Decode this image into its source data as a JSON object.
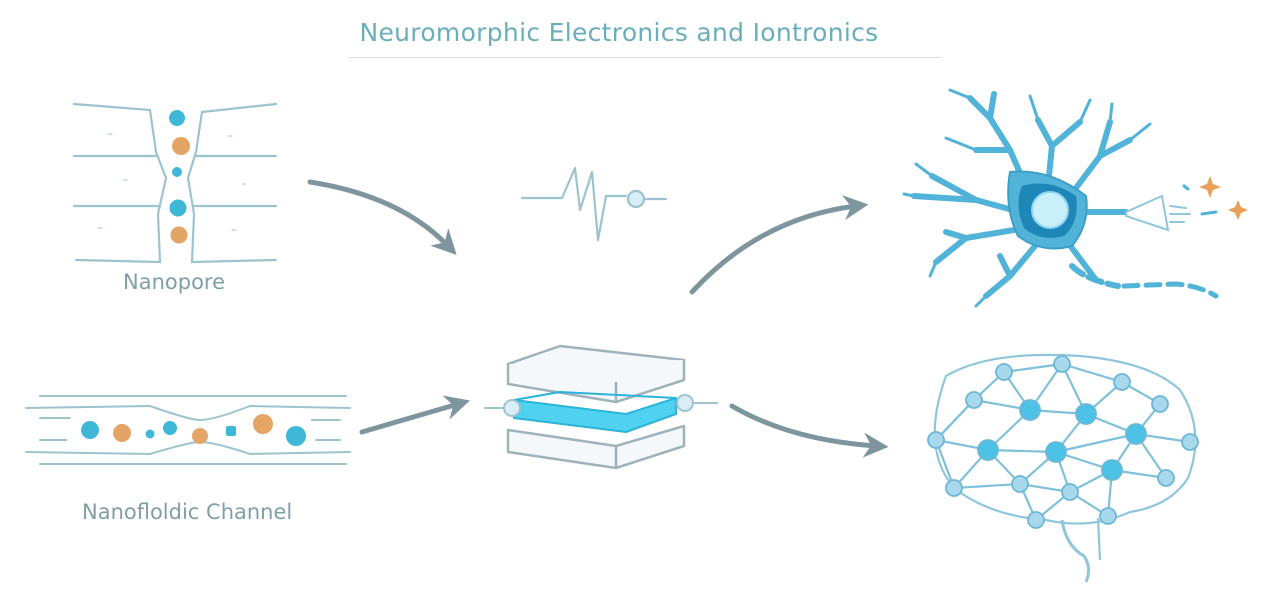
{
  "title": "Neuromorphic Electronics and Iontronics",
  "labels": {
    "nanopore": "Nanopore",
    "nanofluidic_channel": "Nanofloldic Channel"
  },
  "colors": {
    "title_text": "#6aaeba",
    "label_text": "#7f9ea6",
    "outline": "#9dc3cf",
    "ion_blue": "#3fb8d8",
    "ion_orange": "#e3a466",
    "arrow": "#7e959e",
    "memristor_layer": "#4fd2ef",
    "neuron_body": "#52b3d9",
    "neuron_nucleus": "#1f86b8",
    "spark": "#e8a15b",
    "brain_node": "#a8d8ec"
  },
  "icons": [
    "nanopore-icon",
    "nanofluidic-channel-icon",
    "spike-signal-icon",
    "memristor-stack-icon",
    "neuron-icon",
    "brain-network-icon"
  ]
}
